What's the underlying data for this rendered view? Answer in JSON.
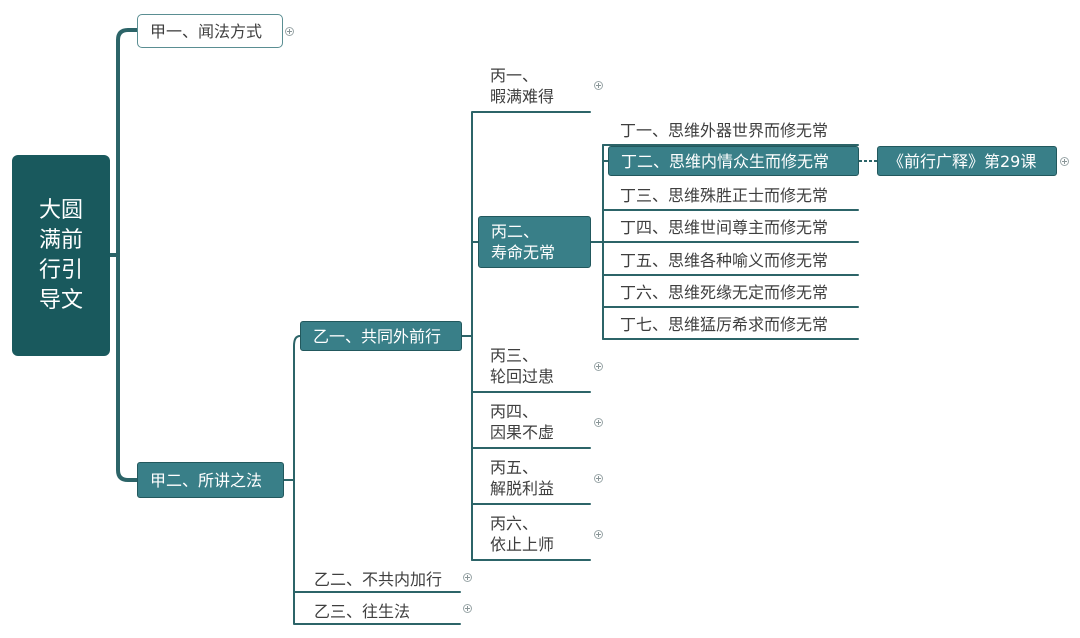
{
  "root": {
    "label": "大圆满前行引导文"
  },
  "level1": [
    {
      "id": "jia1",
      "label": "甲一、闻法方式"
    },
    {
      "id": "jia2",
      "label": "甲二、所讲之法"
    }
  ],
  "level2": [
    {
      "id": "yi1",
      "label": "乙一、共同外前行"
    },
    {
      "id": "yi2",
      "label": "乙二、不共内加行"
    },
    {
      "id": "yi3",
      "label": "乙三、往生法"
    }
  ],
  "level3": [
    {
      "id": "bing1",
      "label": "丙一、\n暇满难得"
    },
    {
      "id": "bing2",
      "label": "丙二、\n寿命无常"
    },
    {
      "id": "bing3",
      "label": "丙三、\n轮回过患"
    },
    {
      "id": "bing4",
      "label": "丙四、\n因果不虚"
    },
    {
      "id": "bing5",
      "label": "丙五、\n解脱利益"
    },
    {
      "id": "bing6",
      "label": "丙六、\n依止上师"
    }
  ],
  "level4": [
    {
      "id": "ding1",
      "label": "丁一、思维外器世界而修无常"
    },
    {
      "id": "ding2",
      "label": "丁二、思维内情众生而修无常"
    },
    {
      "id": "ding3",
      "label": "丁三、思维殊胜正士而修无常"
    },
    {
      "id": "ding4",
      "label": "丁四、思维世间尊主而修无常"
    },
    {
      "id": "ding5",
      "label": "丁五、思维各种喻义而修无常"
    },
    {
      "id": "ding6",
      "label": "丁六、思维死缘无定而修无常"
    },
    {
      "id": "ding7",
      "label": "丁七、思维猛厉希求而修无常"
    }
  ],
  "reference": {
    "label": "《前行广释》第29课"
  },
  "colors": {
    "root": "#19595d",
    "filled": "#397f88",
    "line": "#2c6468",
    "background": "#ffffff"
  },
  "icons": {
    "collapse_toggle": "plus-circle-icon"
  }
}
